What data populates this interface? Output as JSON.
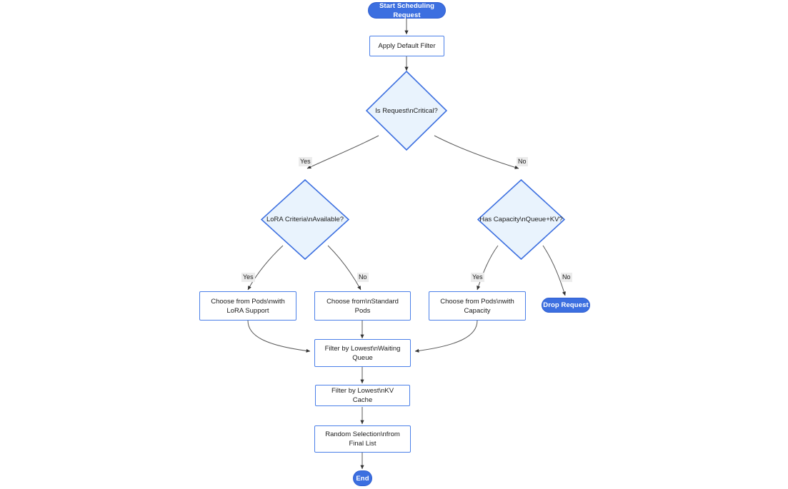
{
  "diagram": {
    "type": "flowchart",
    "title": "Scheduling Request Flowchart",
    "colors": {
      "terminal_fill": "#3c6fe0",
      "terminal_text": "#ffffff",
      "process_fill": "#ffffff",
      "process_border": "#4a7fe8",
      "decision_fill": "#e9f3fd",
      "decision_border": "#3c6fe0",
      "edge_stroke": "#595959",
      "edge_label_bg": "#ececec",
      "text": "#1b1b1b"
    },
    "nodes": {
      "start": {
        "label": "Start Scheduling Request",
        "shape": "stadium"
      },
      "apply_default_filter": {
        "label": "Apply Default Filter",
        "shape": "rect"
      },
      "is_request_critical": {
        "label": "Is Request\\nCritical?",
        "shape": "diamond"
      },
      "lora_criteria_available": {
        "label": "LoRA Criteria\\nAvailable?",
        "shape": "diamond"
      },
      "has_capacity": {
        "label": "Has Capacity\\nQueue+KV?",
        "shape": "diamond"
      },
      "choose_lora_pods": {
        "label": "Choose from Pods\\nwith LoRA Support",
        "shape": "rect"
      },
      "choose_standard_pods": {
        "label": "Choose from\\nStandard Pods",
        "shape": "rect"
      },
      "choose_capacity_pods": {
        "label": "Choose from Pods\\nwith Capacity",
        "shape": "rect"
      },
      "drop_request": {
        "label": "Drop Request",
        "shape": "stadium"
      },
      "filter_waiting_queue": {
        "label": "Filter by Lowest\\nWaiting Queue",
        "shape": "rect"
      },
      "filter_kv_cache": {
        "label": "Filter by Lowest\\nKV Cache",
        "shape": "rect"
      },
      "random_selection": {
        "label": "Random Selection\\nfrom Final List",
        "shape": "rect"
      },
      "end": {
        "label": "End",
        "shape": "stadium"
      }
    },
    "edge_labels": {
      "critical_yes": "Yes",
      "critical_no": "No",
      "lora_yes": "Yes",
      "lora_no": "No",
      "capacity_yes": "Yes",
      "capacity_no": "No"
    },
    "edges": [
      {
        "from": "start",
        "to": "apply_default_filter",
        "label": ""
      },
      {
        "from": "apply_default_filter",
        "to": "is_request_critical",
        "label": ""
      },
      {
        "from": "is_request_critical",
        "to": "lora_criteria_available",
        "label": "Yes"
      },
      {
        "from": "is_request_critical",
        "to": "has_capacity",
        "label": "No"
      },
      {
        "from": "lora_criteria_available",
        "to": "choose_lora_pods",
        "label": "Yes"
      },
      {
        "from": "lora_criteria_available",
        "to": "choose_standard_pods",
        "label": "No"
      },
      {
        "from": "has_capacity",
        "to": "choose_capacity_pods",
        "label": "Yes"
      },
      {
        "from": "has_capacity",
        "to": "drop_request",
        "label": "No"
      },
      {
        "from": "choose_lora_pods",
        "to": "filter_waiting_queue",
        "label": ""
      },
      {
        "from": "choose_standard_pods",
        "to": "filter_waiting_queue",
        "label": ""
      },
      {
        "from": "choose_capacity_pods",
        "to": "filter_waiting_queue",
        "label": ""
      },
      {
        "from": "filter_waiting_queue",
        "to": "filter_kv_cache",
        "label": ""
      },
      {
        "from": "filter_kv_cache",
        "to": "random_selection",
        "label": ""
      },
      {
        "from": "random_selection",
        "to": "end",
        "label": ""
      }
    ]
  }
}
